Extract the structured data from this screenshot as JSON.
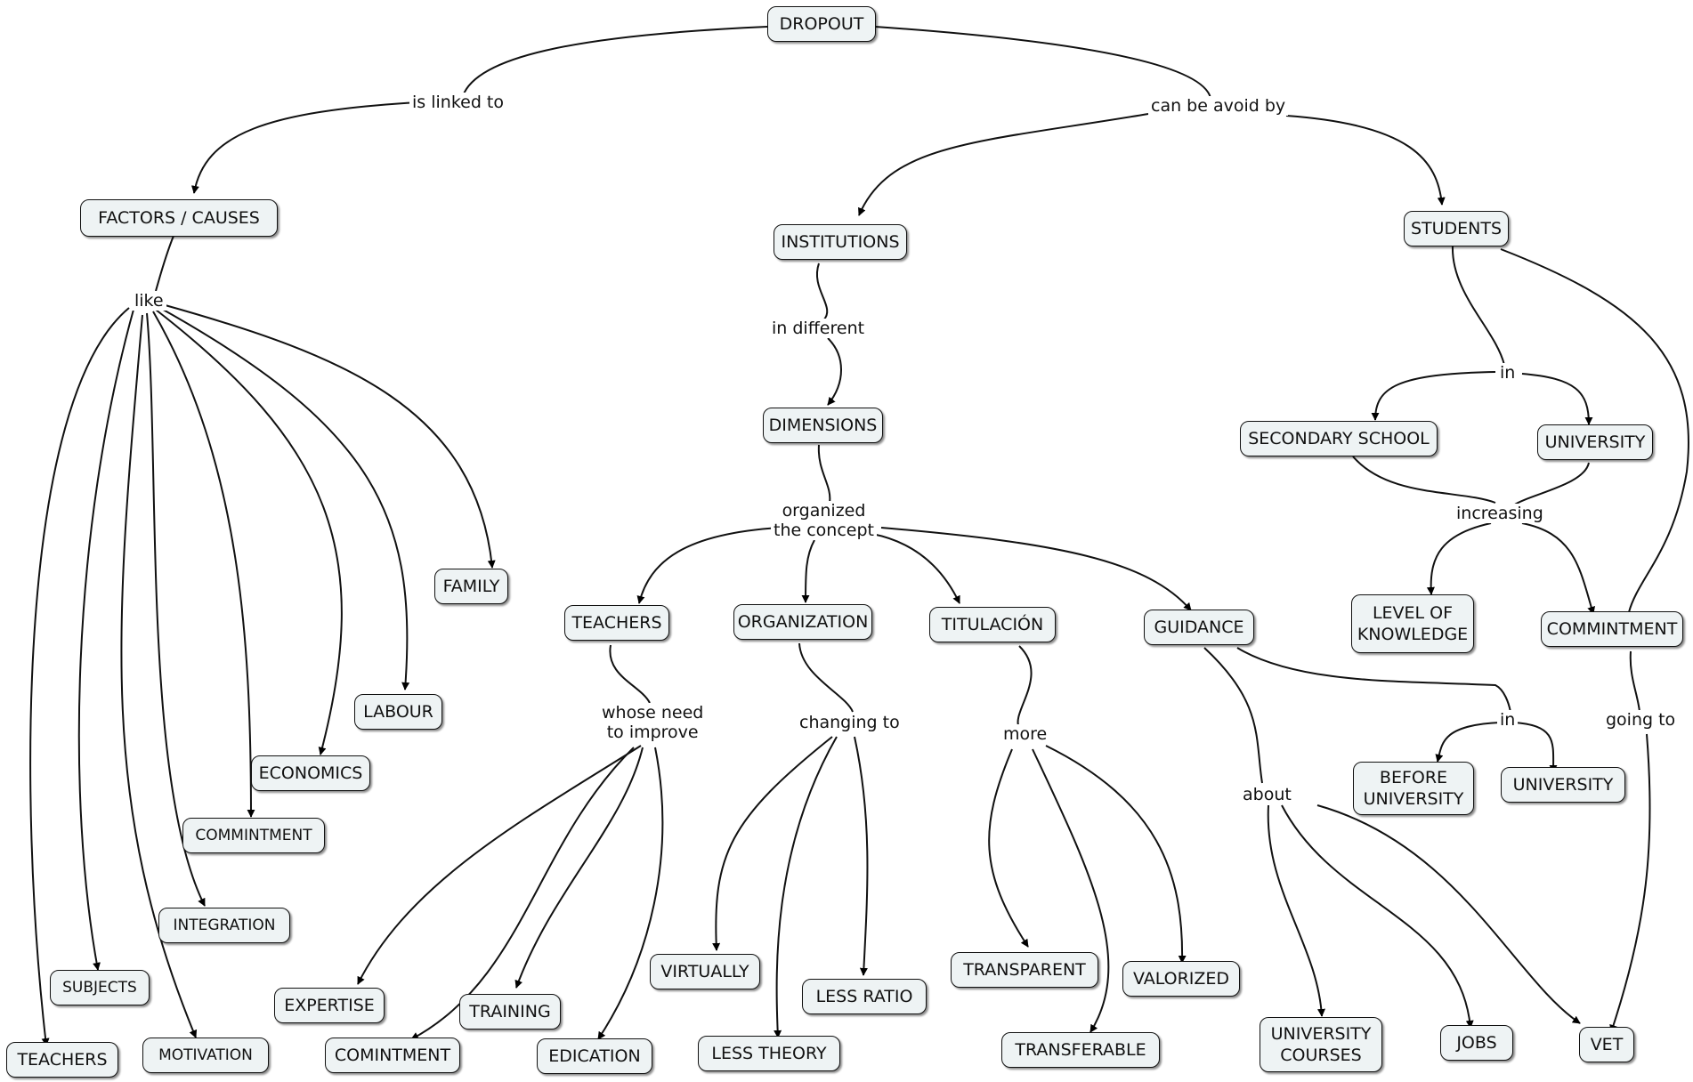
{
  "concepts": {
    "dropout": "DROPOUT",
    "factors": "FACTORS / CAUSES",
    "institutions": "INSTITUTIONS",
    "students": "STUDENTS",
    "dimensions": "DIMENSIONS",
    "secondary": "SECONDARY  SCHOOL",
    "university_s": "UNIVERSITY",
    "family": "FAMILY",
    "labour": "LABOUR",
    "economics": "ECONOMICS",
    "commit_f": "COMMINTMENT",
    "integration": "INTEGRATION",
    "subjects": "SUBJECTS",
    "teachers_f": "TEACHERS",
    "motivation": "MOTIVATION",
    "teachers_d": "TEACHERS",
    "organization": "ORGANIZATION",
    "titulacion": "TITULACIÓN",
    "guidance": "GUIDANCE",
    "level": "LEVEL  OF\nKNOWLEDGE",
    "commit_s": "COMMINTMENT",
    "before_uni": "BEFORE\nUNIVERSITY",
    "university_g": "UNIVERSITY",
    "expertise": "EXPERTISE",
    "comintment": "COMINTMENT",
    "training": "TRAINING",
    "edication": "EDICATION",
    "virtually": "VIRTUALLY",
    "less_theory": "LESS THEORY",
    "less_ratio": "LESS RATIO",
    "transparent": "TRANSPARENT",
    "transferable": "TRANSFERABLE",
    "valorized": "VALORIZED",
    "uni_courses": "UNIVERSITY\nCOURSES",
    "jobs": "JOBS",
    "vet": "VET"
  },
  "links": {
    "is_linked_to": "is linked to",
    "can_be_avoid_by": "can be avoid by",
    "like": "like",
    "in_different": "in different",
    "in_students": "in",
    "organized": "organized\nthe concept",
    "increasing": "increasing",
    "whose_need": "whose need\nto improve",
    "changing_to": "changing to",
    "more": "more",
    "in_guidance": "in",
    "about": "about",
    "going_to": "going to"
  }
}
